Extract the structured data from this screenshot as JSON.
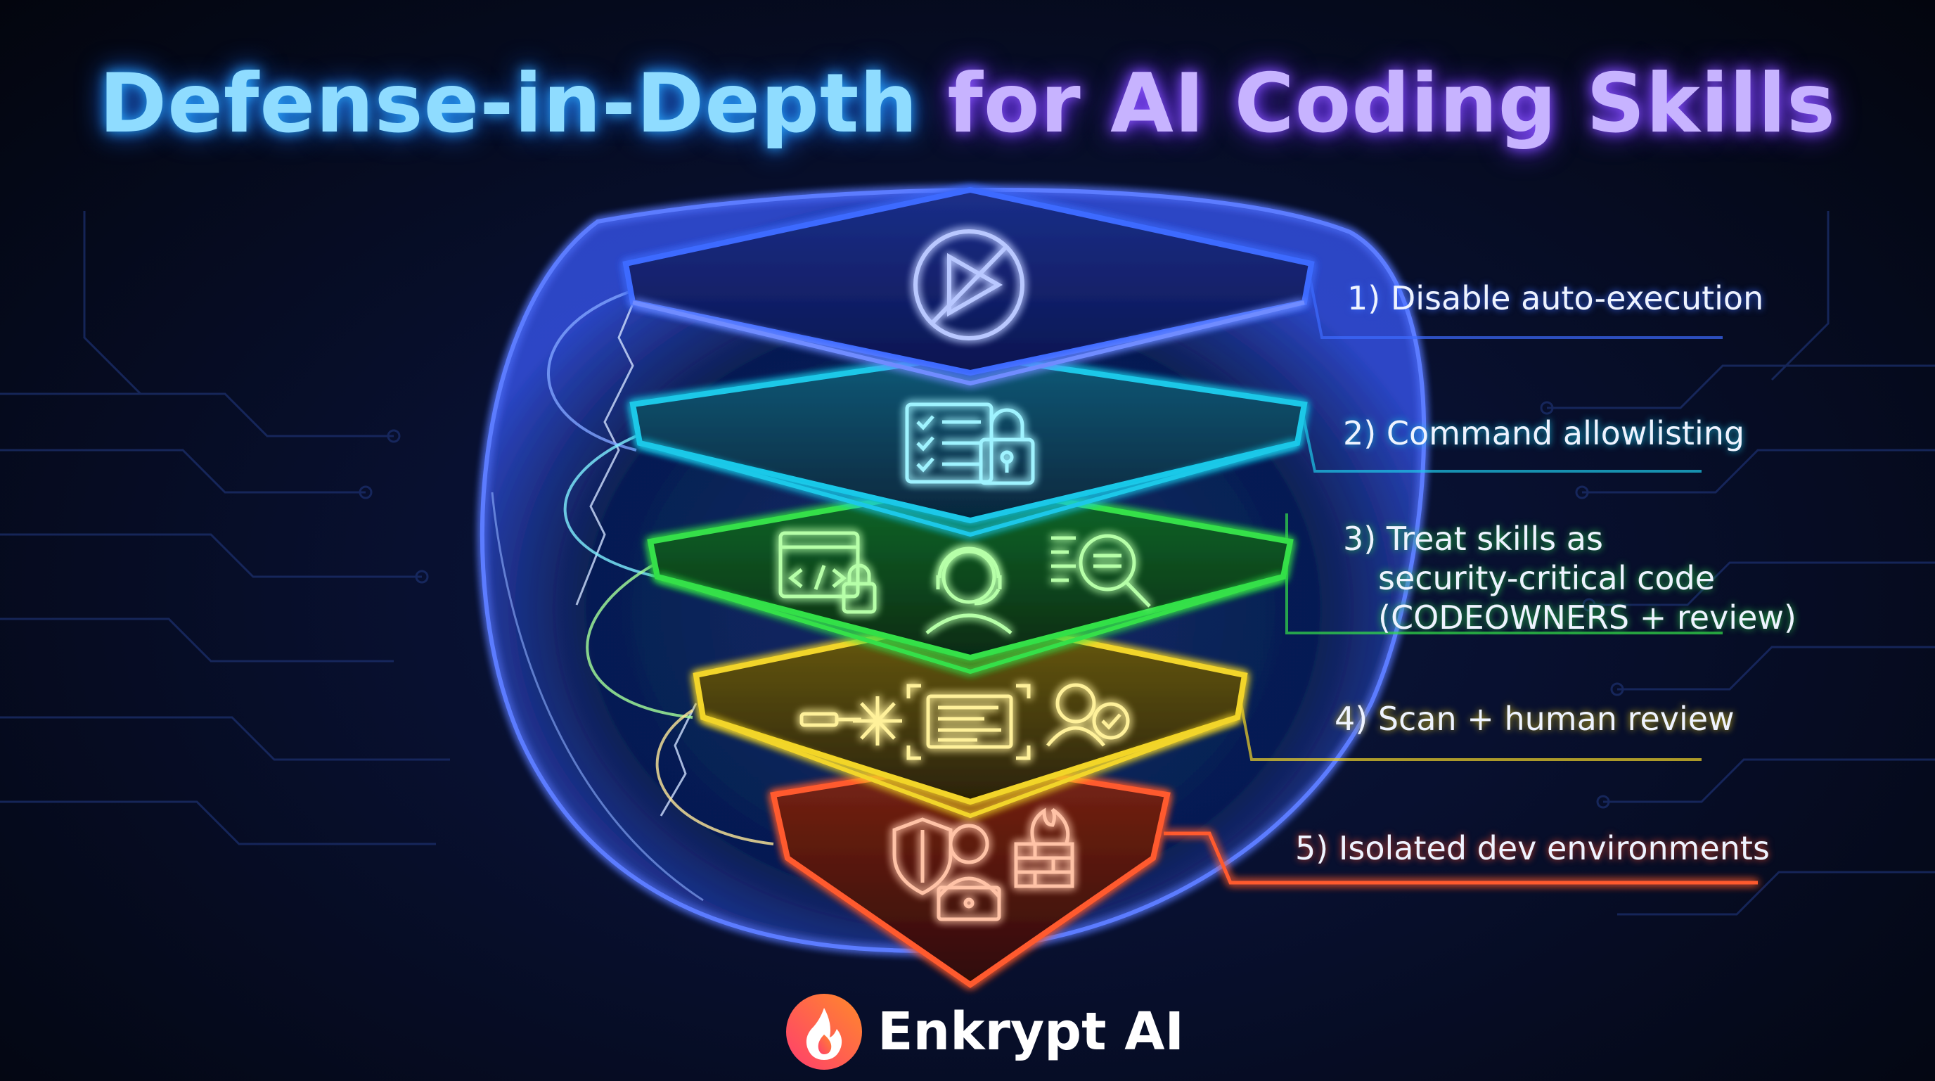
{
  "title": {
    "part1": "Defense-in-Depth",
    "part2": " for AI Coding Skills"
  },
  "layers": [
    {
      "id": "layer-1",
      "label": "1) Disable auto-execution",
      "color": "#3d6bff",
      "icons": [
        "no-play-icon"
      ]
    },
    {
      "id": "layer-2",
      "label": "2) Command allowlisting",
      "color": "#1ec8e8",
      "icons": [
        "checklist-icon",
        "padlock-icon"
      ]
    },
    {
      "id": "layer-3",
      "label_line1": "3) Treat skills as",
      "label_line2": "security-critical code",
      "label_line3": "(CODEOWNERS + review)",
      "color": "#35e04a",
      "icons": [
        "code-lock-icon",
        "headset-user-icon",
        "magnifier-icon"
      ]
    },
    {
      "id": "layer-4",
      "label": "4) Scan + human review",
      "color": "#f2d52a",
      "icons": [
        "laser-scan-icon",
        "code-scan-icon",
        "user-check-icon"
      ]
    },
    {
      "id": "layer-5",
      "label": "5) Isolated dev environments",
      "color": "#ff5a2e",
      "icons": [
        "shield-icon",
        "developer-laptop-icon",
        "firewall-icon"
      ]
    }
  ],
  "brand": {
    "name": "Enkrypt AI",
    "logo_colors": [
      "#ff3d6e",
      "#ff8a2a"
    ]
  },
  "colors": {
    "background": "#050a1c",
    "dome": "#5b7cff",
    "title_blue": "#8fdcff",
    "title_purple": "#c7b3ff"
  }
}
